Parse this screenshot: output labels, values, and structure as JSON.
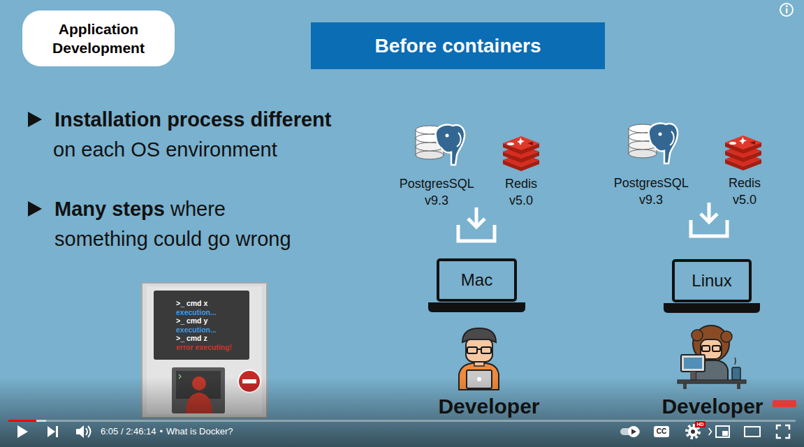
{
  "diagram": {
    "nodes": [
      {
        "text": [
          "Application Development"
        ]
      },
      {
        "text": [
          "Before containers"
        ]
      },
      {
        "text": [
          "Mac"
        ]
      },
      {
        "text": [
          "Linux"
        ]
      },
      {
        "text": [
          ">_ cmd x",
          "execution...",
          ">_ cmd y",
          "execution...",
          ">_ cmd z",
          "error executing!"
        ]
      }
    ],
    "labels": [
      "Installation process different",
      "on each OS environment",
      "Many steps",
      "where something could go wrong",
      "PostgresSQL v9.3",
      "Redis v5.0",
      "PostgresSQL v9.3",
      "Redis v5.0",
      "Developer",
      "Developer",
      "6:05 / 2:46:14",
      "•",
      "What is Docker?",
      "CC",
      "HD"
    ]
  }
}
